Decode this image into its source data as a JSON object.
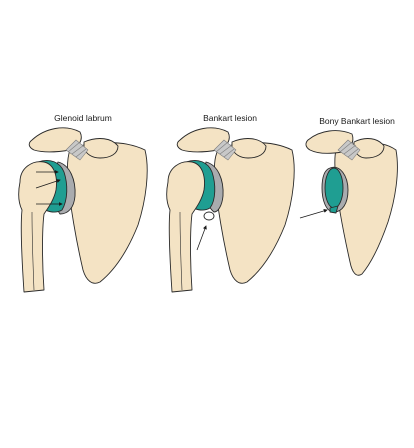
{
  "panels": [
    {
      "label": "Glenoid labrum"
    },
    {
      "label": "Bankart lesion"
    },
    {
      "label": "Bony Bankart lesion"
    }
  ],
  "colors": {
    "bone_fill": "#f4e3c4",
    "outline": "#2a2a2a",
    "cartilage_teal": "#1f9e92",
    "labrum_gray": "#a9abae",
    "ligament_gray": "#9c9c9c",
    "background": "#ffffff"
  },
  "icons": [
    "arrow-icon"
  ]
}
